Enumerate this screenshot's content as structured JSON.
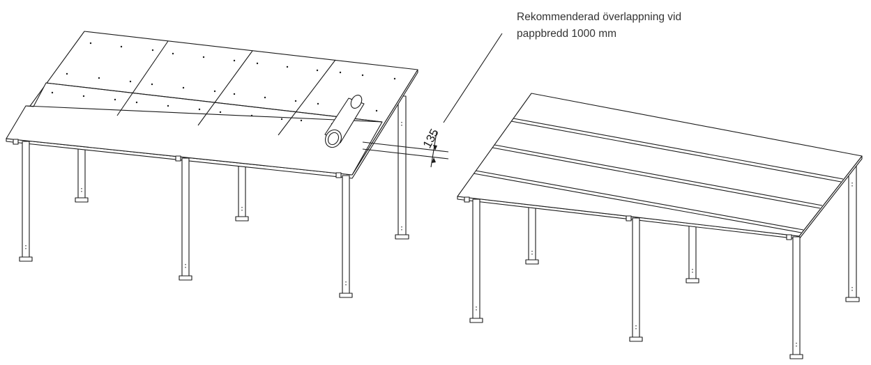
{
  "annotation": {
    "line1": "Rekommenderad överlappning vid",
    "line2": "pappbredd 1000 mm"
  },
  "dimension": {
    "value": "135"
  },
  "colors": {
    "line": "#1a1a1a",
    "text": "#333333",
    "background": "#ffffff"
  }
}
